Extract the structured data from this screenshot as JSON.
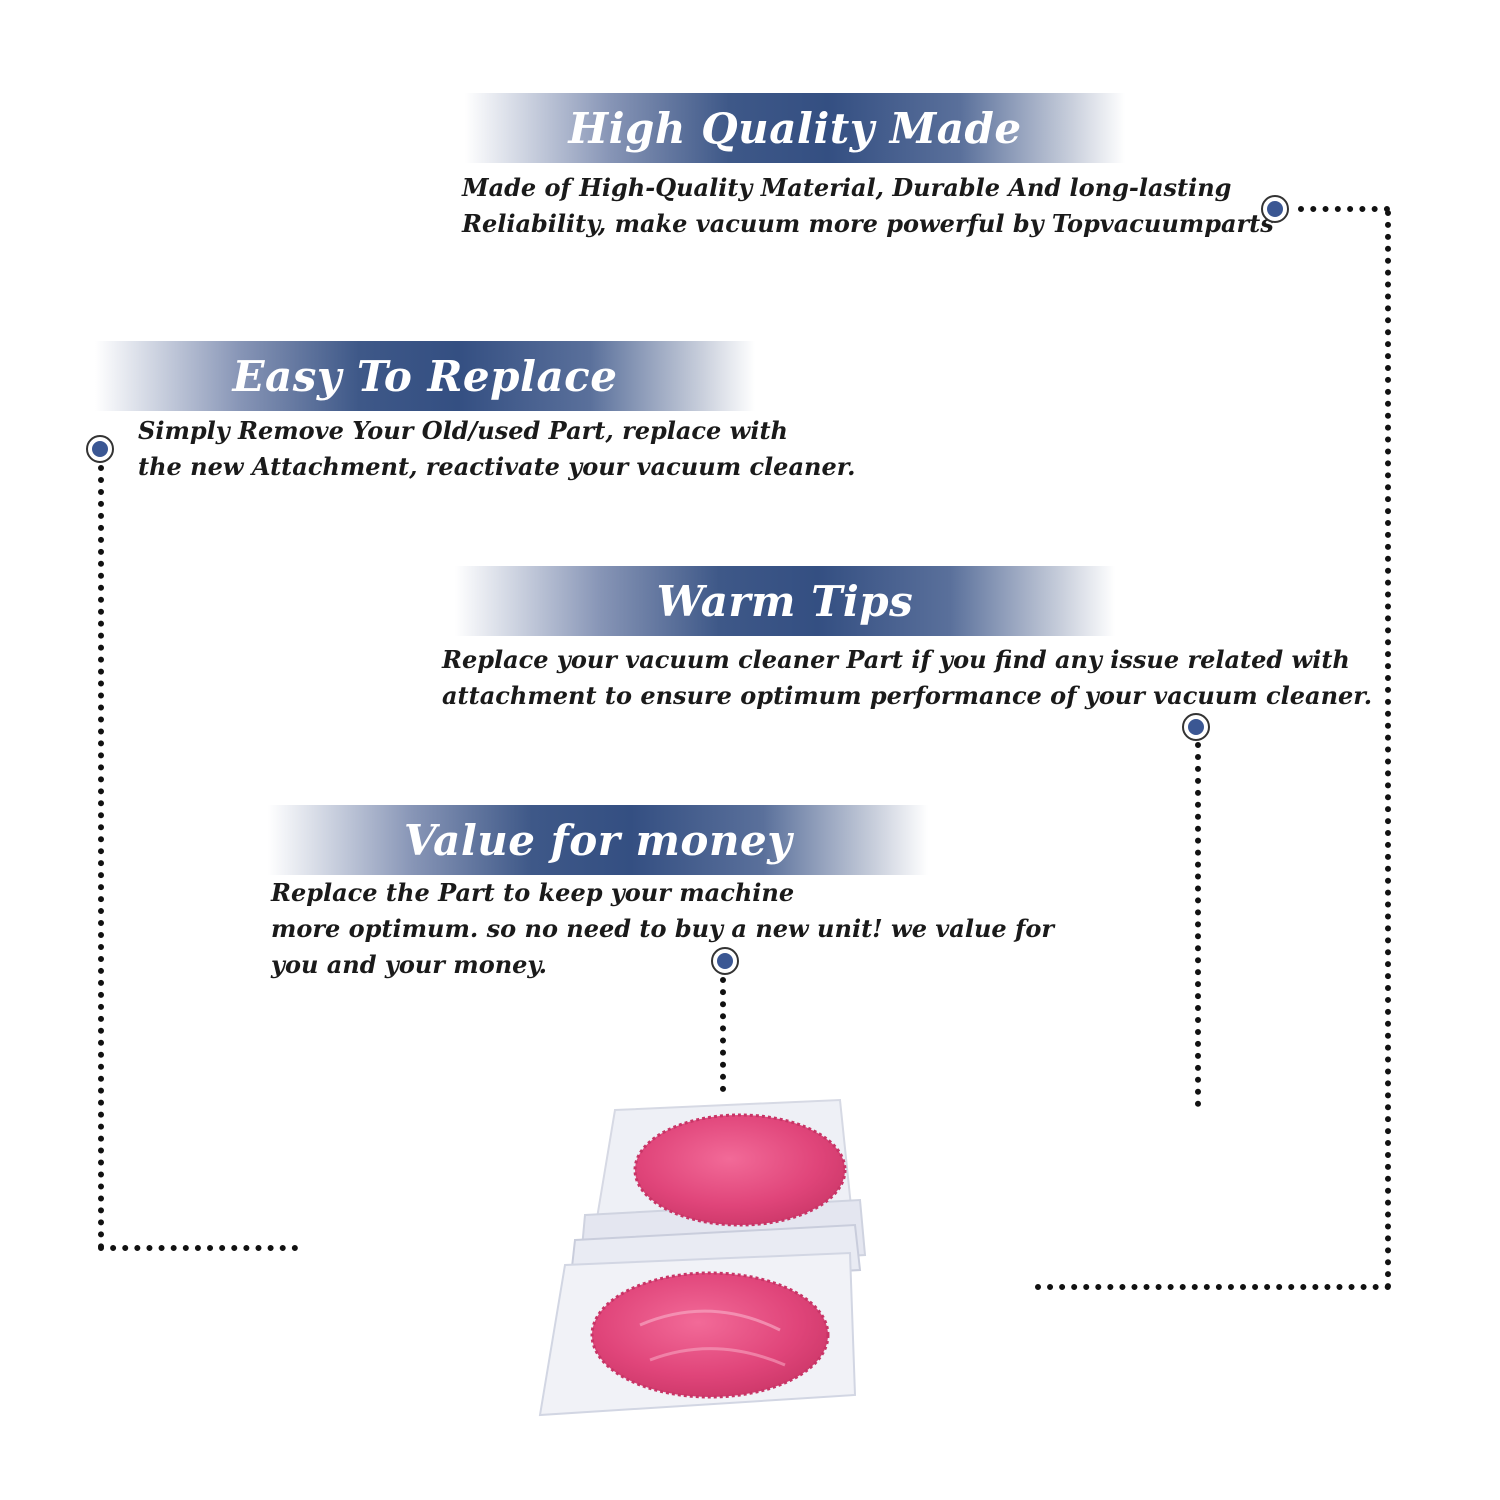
{
  "sections": [
    {
      "title": "High Quality Made",
      "lines": [
        "Made of  High-Quality Material, Durable And long-lasting",
        "Reliability, make vacuum more powerful by Topvacuumparts"
      ]
    },
    {
      "title": "Easy To Replace",
      "lines": [
        "Simply Remove Your Old/used Part, replace with",
        "the new Attachment, reactivate your vacuum cleaner."
      ]
    },
    {
      "title": "Warm Tips",
      "lines": [
        "Replace your vacuum cleaner Part if you find any issue related with",
        " attachment to ensure optimum performance of your vacuum cleaner."
      ]
    },
    {
      "title": "Value for money",
      "lines": [
        "Replace the Part to keep your machine",
        "more optimum. so no need to buy a new unit! we value for",
        "you and your money."
      ]
    }
  ],
  "colors": {
    "banner_dark": "#344f82",
    "marker_fill": "#3b5793",
    "product_pink": "#e0457a"
  },
  "icons": {
    "marker": "target-dot-icon",
    "product": "pink-filter-pads-in-plastic-wrap"
  }
}
